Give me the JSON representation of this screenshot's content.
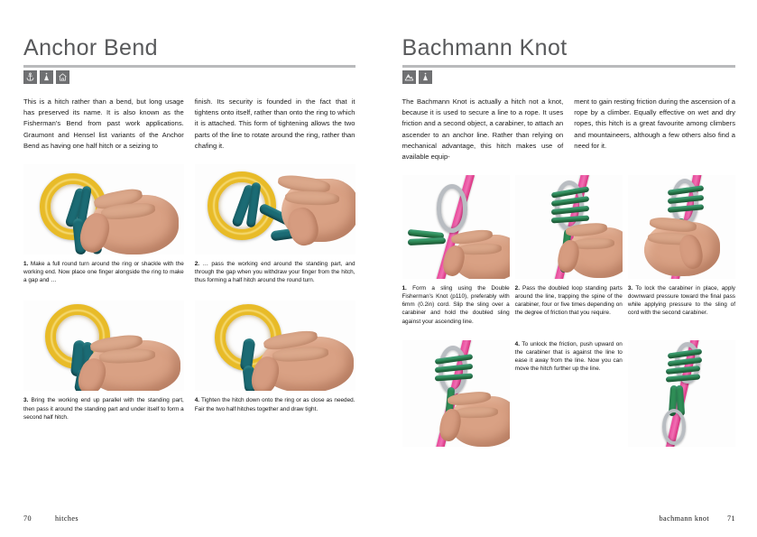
{
  "spread": {
    "left_page": {
      "title": "Anchor Bend",
      "category_icons": [
        "anchor-icon",
        "climber-icon",
        "house-icon"
      ],
      "intro_columns": [
        "This is a hitch rather than a bend, but long usage has preserved its name. It is also known as the Fisherman's Bend from past work applications. Graumont and Hensel list variants of the Anchor Bend as having one half hitch or a seizing to",
        "finish. Its security is founded in the fact that it tightens onto itself, rather than onto the ring to which it is attached. This form of tightening allows the two parts of the line to rotate around the ring, rather than chafing it."
      ],
      "steps": [
        {
          "number": "1.",
          "text": "Make a full round turn around the ring or shackle with the working end. Now place one finger alongside the ring to make a gap and …",
          "photo_name": "anchor-bend-step-1-photo"
        },
        {
          "number": "2.",
          "text": "… pass the working end around the standing part, and through the gap when you withdraw your finger from the hitch, thus forming a half hitch around the round turn.",
          "photo_name": "anchor-bend-step-2-photo"
        },
        {
          "number": "3.",
          "text": "Bring the working end up parallel with the standing part, then pass it around the standing part and under itself to form a second half hitch.",
          "photo_name": "anchor-bend-step-3-photo"
        },
        {
          "number": "4.",
          "text": "Tighten the hitch down onto the ring or as close as needed. Fair the two half hitches together and draw tight.",
          "photo_name": "anchor-bend-step-4-photo"
        }
      ],
      "footer": {
        "page_number": "70",
        "section": "hitches"
      }
    },
    "right_page": {
      "title": "Bachmann Knot",
      "category_icons": [
        "mountain-icon",
        "climber-icon"
      ],
      "intro_columns": [
        "The Bachmann Knot is actually a hitch not a knot, because it is used to secure a line to a rope. It uses friction and a second object, a carabiner, to attach an ascender to an anchor line. Rather than relying on mechanical advantage, this hitch makes use of available equip-",
        "ment to gain resting friction during the ascension of a rope by a climber. Equally effective on wet and dry ropes, this hitch is a great favourite among climbers and mountaineers, although a few others also find a need for it."
      ],
      "steps": [
        {
          "number": "1.",
          "text": "Form a sling using the Double Fisherman's Knot (p110), preferably with 6mm (0.2in) cord. Slip the sling over a carabiner and hold the doubled sling against your ascending line.",
          "photo_name": "bachmann-knot-step-1-photo"
        },
        {
          "number": "2.",
          "text": "Pass the doubled loop standing parts around the line, trapping the spine of the carabiner, four or five times depending on the degree of friction that you require.",
          "photo_name": "bachmann-knot-step-2-photo"
        },
        {
          "number": "3.",
          "text": "To lock the carabiner in place, apply downward pressure toward the final pass while applying pressure to the sling of cord with the second carabiner.",
          "photo_name": "bachmann-knot-step-3-photo"
        },
        {
          "number": "4.",
          "text": "To unlock the friction, push upward on the carabiner that is against the line to ease it away from the line. Now you can move the hitch further up the line.",
          "photo_name": "bachmann-knot-step-4-photo"
        }
      ],
      "footer": {
        "page_number": "71",
        "section": "bachmann knot"
      }
    }
  },
  "colors": {
    "heading": "#58595b",
    "rule": "#b9babc",
    "icon_badge": "#6f7072",
    "rope_teal": "#1b6b74",
    "rope_green": "#2f8f57",
    "ring_brass": "#e8bb28",
    "line_pink": "#e8489a",
    "skin": "#d9a184",
    "carabiner_grey": "#b9bdc2"
  }
}
